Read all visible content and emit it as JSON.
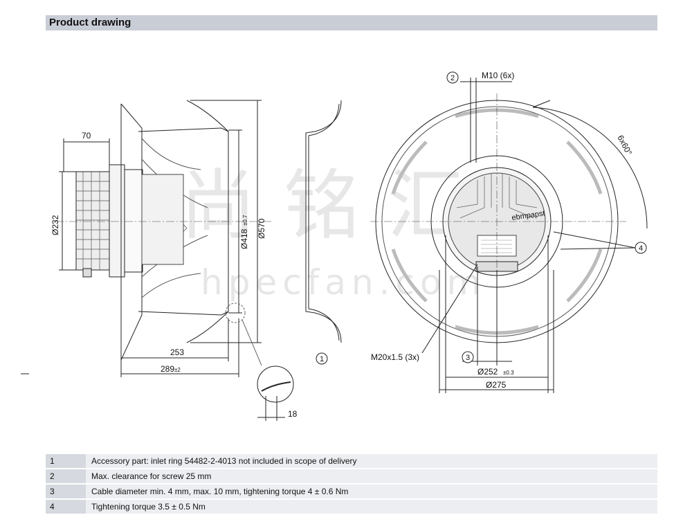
{
  "header": {
    "title": "Product drawing"
  },
  "watermark": {
    "cjk": "尚铭汇",
    "latin": "hpecfan.com"
  },
  "dimensions": {
    "d70": "70",
    "d232": "Ø232",
    "d418": "Ø418",
    "d418_tol": "±0.7",
    "d570": "Ø570",
    "d253": "253",
    "d289": "289",
    "d289_tol": "±2",
    "d18": "18",
    "m10": "M10 (6x)",
    "angle": "6x60°",
    "m20": "M20x1.5 (3x)",
    "d252": "Ø252",
    "d252_tol": "±0.3",
    "d275": "Ø275",
    "brand": "ebmpapst"
  },
  "callouts": {
    "c1": "1",
    "c2": "2",
    "c3": "3",
    "c4": "4"
  },
  "notes": [
    {
      "num": "1",
      "text": "Accessory part: inlet ring 54482-2-4013 not included in scope of delivery"
    },
    {
      "num": "2",
      "text": "Max. clearance for screw 25 mm"
    },
    {
      "num": "3",
      "text": "Cable diameter min. 4 mm, max. 10 mm, tightening torque 4 ± 0.6 Nm"
    },
    {
      "num": "4",
      "text": "Tightening torque 3.5 ± 0.5 Nm"
    }
  ]
}
